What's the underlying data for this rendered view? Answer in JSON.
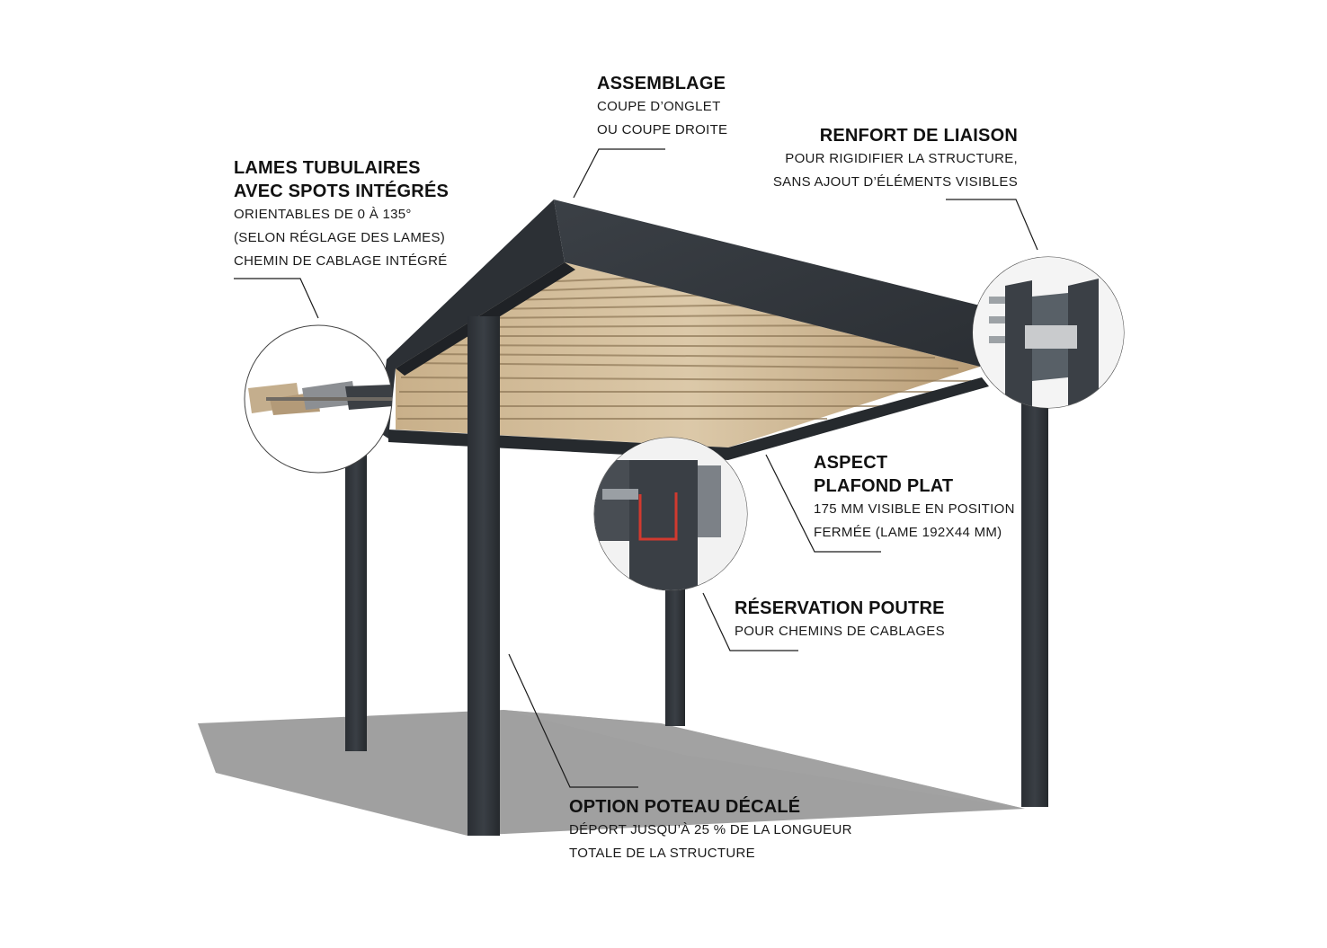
{
  "colors": {
    "frame": "#2f3338",
    "frame_light": "#41464c",
    "slat_light": "#d9c6a6",
    "slat_dark": "#a8906c",
    "shadow": "#8d8d8d",
    "leader": "#1a1a1a"
  },
  "callouts": {
    "assemblage": {
      "title": "ASSEMBLAGE",
      "lines": [
        "COUPE D’ONGLET",
        "OU COUPE DROITE"
      ]
    },
    "renfort": {
      "title": "RENFORT DE LIAISON",
      "lines": [
        "POUR RIGIDIFIER LA STRUCTURE,",
        "SANS AJOUT D’ÉLÉMENTS VISIBLES"
      ]
    },
    "lames": {
      "title_lines": [
        "LAMES TUBULAIRES",
        "AVEC SPOTS INTÉGRÉS"
      ],
      "lines": [
        "ORIENTABLES DE 0 À 135°",
        "(SELON RÉGLAGE DES LAMES)",
        "CHEMIN DE CABLAGE INTÉGRÉ"
      ]
    },
    "aspect": {
      "title_lines": [
        "ASPECT",
        "PLAFOND PLAT"
      ],
      "lines": [
        "175 MM VISIBLE EN POSITION",
        "FERMÉE (LAME 192X44 MM)"
      ]
    },
    "reservation": {
      "title": "RÉSERVATION POUTRE",
      "lines": [
        "POUR CHEMINS DE CABLAGES"
      ]
    },
    "option": {
      "title": "OPTION POTEAU DÉCALÉ",
      "lines": [
        "DÉPORT JUSQU’À 25 % DE LA LONGUEUR",
        "TOTALE DE LA STRUCTURE"
      ]
    }
  }
}
